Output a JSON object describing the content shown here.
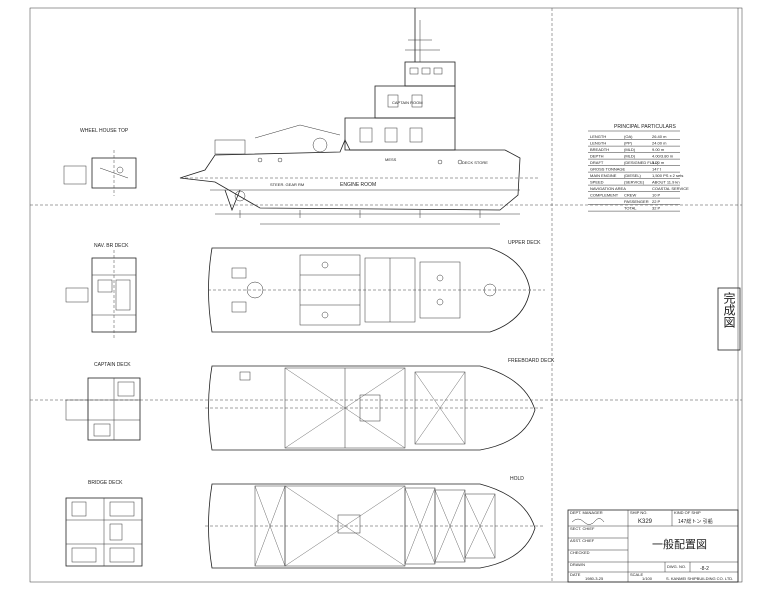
{
  "views": {
    "wheel_house_top": "WHEEL HOUSE TOP",
    "nav_br_deck": "NAV. BR DECK",
    "captain_deck": "CAPTAIN DECK",
    "bridge_deck": "BRIDGE DECK",
    "upper_deck": "UPPER DECK",
    "freeboard_deck": "FREEBOARD DECK",
    "hold": "HOLD"
  },
  "profile_labels": {
    "engine_room": "ENGINE ROOM",
    "steer_gear_rm": "STEER. GEAR RM",
    "deck_store": "DECK STORE",
    "mess": "MESS",
    "captain_room": "CAPTAIN ROOM"
  },
  "principal_particulars": {
    "title": "PRINCIPAL PARTICULARS",
    "rows": [
      {
        "label": "LENGTH",
        "key": "(OA)",
        "value": "26.40 m"
      },
      {
        "label": "LENGTH",
        "key": "(PP)",
        "value": "24.00 m"
      },
      {
        "label": "BREADTH",
        "key": "(MLD)",
        "value": "9.00 m"
      },
      {
        "label": "DEPTH",
        "key": "(MLD)",
        "value": "4.00/3.80 m"
      },
      {
        "label": "DRAFT",
        "key": "(DESIGNED FULL)",
        "value": "3.20 m"
      },
      {
        "label": "GROSS TONNAGE",
        "key": "",
        "value": "147 t"
      },
      {
        "label": "MAIN ENGINE",
        "key": "(DIESEL)",
        "value": "1,500 PS x 2 sets"
      },
      {
        "label": "SPEED",
        "key": "(SERVICE)",
        "value": "ABOUT 11.9 kn"
      },
      {
        "label": "NAVIGATION AREA",
        "key": "",
        "value": "COASTAL SERVICE"
      },
      {
        "label": "COMPLEMENT",
        "key": "CREW",
        "value": "10 P"
      },
      {
        "label": "",
        "key": "PASSENGER",
        "value": "22 P"
      },
      {
        "label": "",
        "key": "TOTAL",
        "value": "32 P"
      }
    ]
  },
  "stamp": {
    "text": "完成図"
  },
  "title_block": {
    "dept_manager": "DEPT. MANAGER",
    "sect_chief": "SECT. CHIEF",
    "asst_chief": "ASST. CHIEF",
    "checked": "CHECKED",
    "drawn": "DRAWN",
    "date_label": "DATE",
    "date": "1980-3-25",
    "scale_label": "SCALE",
    "scale": "1/100",
    "ship_no_label": "SHIP NO.",
    "ship_no": "K329",
    "kind_label": "KIND OF SHIP",
    "kind": "147総トン 引船",
    "title": "一般配置図",
    "dwg_no_label": "DWG. NO.",
    "dwg_no": "-8-2",
    "company": "S. KANMEI SHIPBUILDING CO. LTD."
  }
}
